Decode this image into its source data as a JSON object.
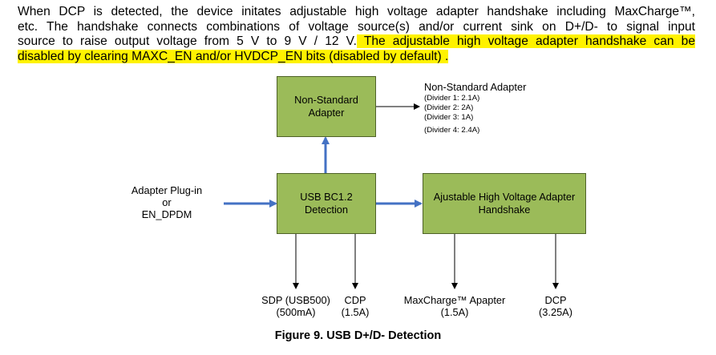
{
  "paragraph": {
    "line1": "When DCP is detected, the device initates adjustable high voltage adapter handshake including MaxCharge™,",
    "line2": "etc. The handshake connects combinations of voltage source(s) and/or current sink on D+/D- to signal input",
    "line3_plain": "source to raise output voltage from 5 V to 9 V / 12 V.",
    "line3_highlight": " The adjustable high voltage adapter handshake can be",
    "line4_highlight": "disabled by clearing MAXC_EN and/or HVDCP_EN bits (disabled by default) ."
  },
  "diagram": {
    "box_nonstandard": {
      "line1": "Non-Standard",
      "line2": "Adapter"
    },
    "box_bc12": {
      "line1": "USB BC1.2",
      "line2": "Detection"
    },
    "box_hv": {
      "line1": "Ajustable High Voltage Adapter",
      "line2": "Handshake"
    },
    "nonstandard_title": "Non-Standard Adapter",
    "dividers": [
      "(Divider 1: 2.1A)",
      "(Divider 2: 2A)",
      "(Divider 3: 1A)",
      "(Divider 4: 2.4A)"
    ],
    "input_label": {
      "line1": "Adapter Plug-in",
      "line2": "or",
      "line3": "EN_DPDM"
    },
    "outputs": [
      {
        "name": "SDP (USB500)",
        "value": "(500mA)"
      },
      {
        "name": "CDP",
        "value": "(1.5A)"
      },
      {
        "name": "MaxCharge™ Apapter",
        "value": "(1.5A)"
      },
      {
        "name": "DCP",
        "value": "(3.25A)"
      }
    ],
    "colors": {
      "box_fill": "#9bbb59",
      "box_border": "#4f6228",
      "arrow_blue": "#4472c4",
      "highlight": "#fff200"
    }
  },
  "caption": "Figure 9.  USB D+/D- Detection"
}
